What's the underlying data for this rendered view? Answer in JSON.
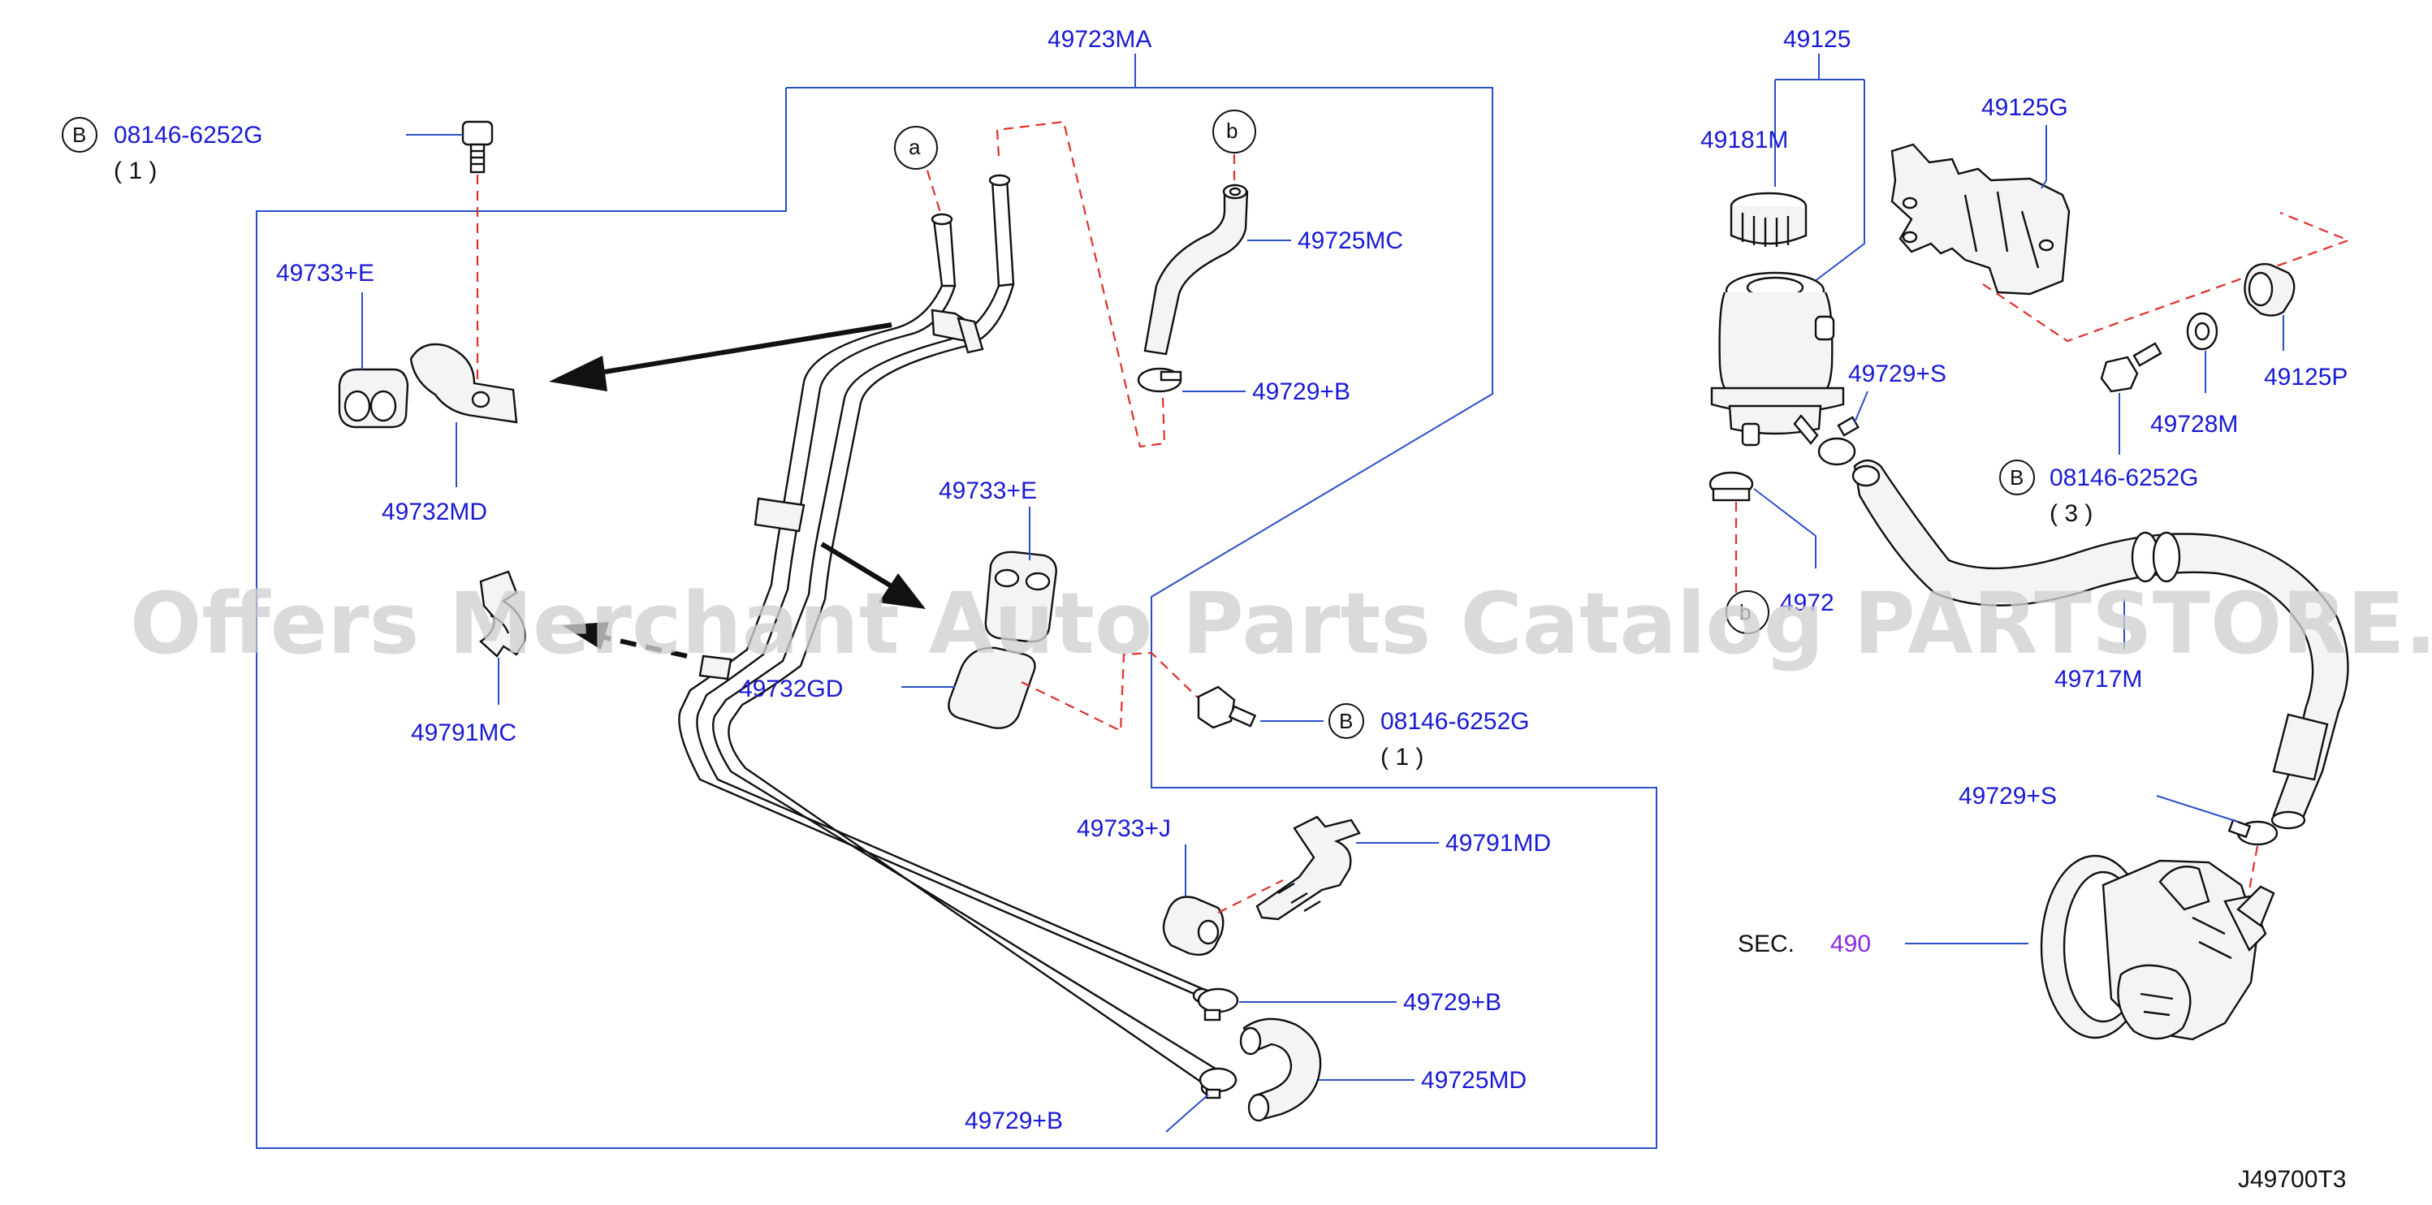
{
  "watermark": "Offers Merchant Auto Parts Catalog PARTSTORE.SA",
  "diagram_code": "J49700T3",
  "labels": {
    "p49723MA": "49723MA",
    "p49125": "49125",
    "p49181M": "49181M",
    "p49125G": "49125G",
    "bolt_top_left": "08146-6252G",
    "bolt_top_left_qty": "( 1 )",
    "p49733E_top": "49733+E",
    "p49732MD": "49732MD",
    "p49725MC": "49725MC",
    "p49729B_top": "49729+B",
    "p49733E_mid": "49733+E",
    "p49732GD": "49732GD",
    "p49791MC": "49791MC",
    "bolt_mid": "08146-6252G",
    "bolt_mid_qty": "( 1 )",
    "p49733J": "49733+J",
    "p49791MD": "49791MD",
    "p49729B_right": "49729+B",
    "p49725MD": "49725MD",
    "p49729B_bottom": "49729+B",
    "p49729S_top": "49729+S",
    "p49729_partial": "4972",
    "p49728M": "49728M",
    "p49125P": "49125P",
    "bolt_right": "08146-6252G",
    "bolt_right_qty": "( 3 )",
    "p49717M": "49717M",
    "p49729S_bottom": "49729+S",
    "sec_prefix": "SEC.",
    "sec_number": "490"
  },
  "callouts": {
    "a": "a",
    "b": "b",
    "B": "B"
  },
  "colors": {
    "label_blue": "#1a1ad6",
    "leader_blue": "#2b4fc9",
    "dash_red": "#e0302a",
    "section_purple": "#8a2be2"
  }
}
